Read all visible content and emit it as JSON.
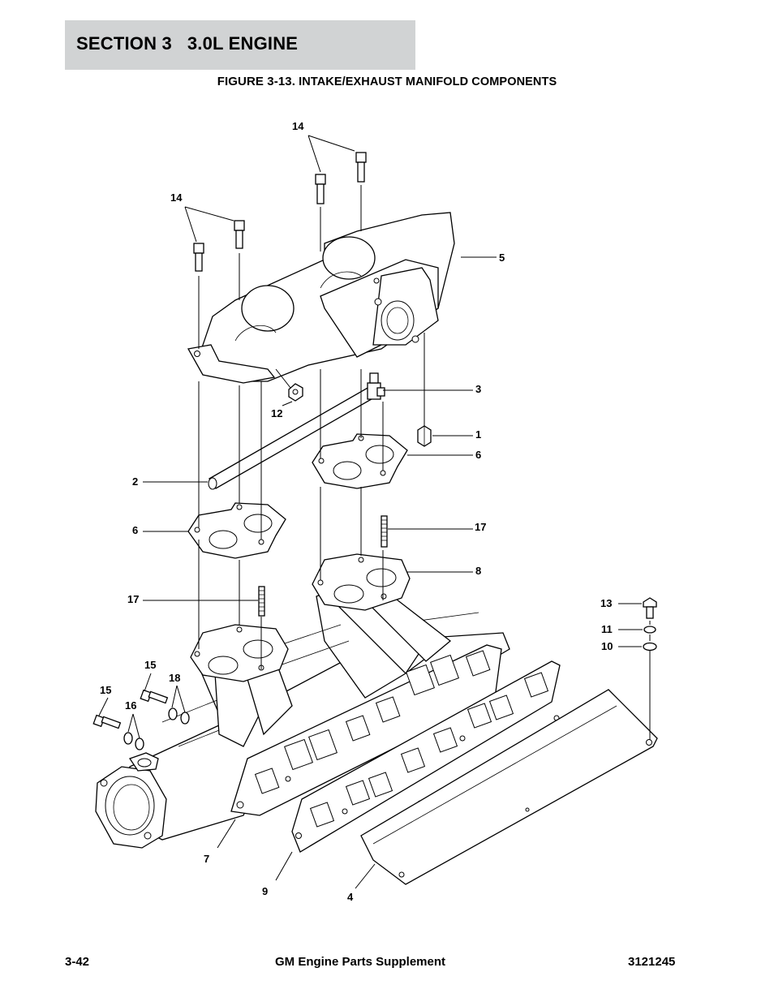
{
  "header": {
    "section": "SECTION 3",
    "title": "3.0L ENGINE"
  },
  "figure": {
    "number": "FIGURE 3-13.",
    "caption": "INTAKE/EXHAUST MANIFOLD COMPONENTS"
  },
  "callouts": {
    "c1": "1",
    "c2": "2",
    "c3": "3",
    "c4": "4",
    "c5": "5",
    "c6a": "6",
    "c6b": "6",
    "c7": "7",
    "c8": "8",
    "c9": "9",
    "c10": "10",
    "c11": "11",
    "c12": "12",
    "c13": "13",
    "c14a": "14",
    "c14b": "14",
    "c15a": "15",
    "c15b": "15",
    "c16": "16",
    "c17a": "17",
    "c17b": "17",
    "c18": "18"
  },
  "footer": {
    "page": "3-42",
    "title": "GM Engine Parts Supplement",
    "doc_number": "3121245"
  }
}
